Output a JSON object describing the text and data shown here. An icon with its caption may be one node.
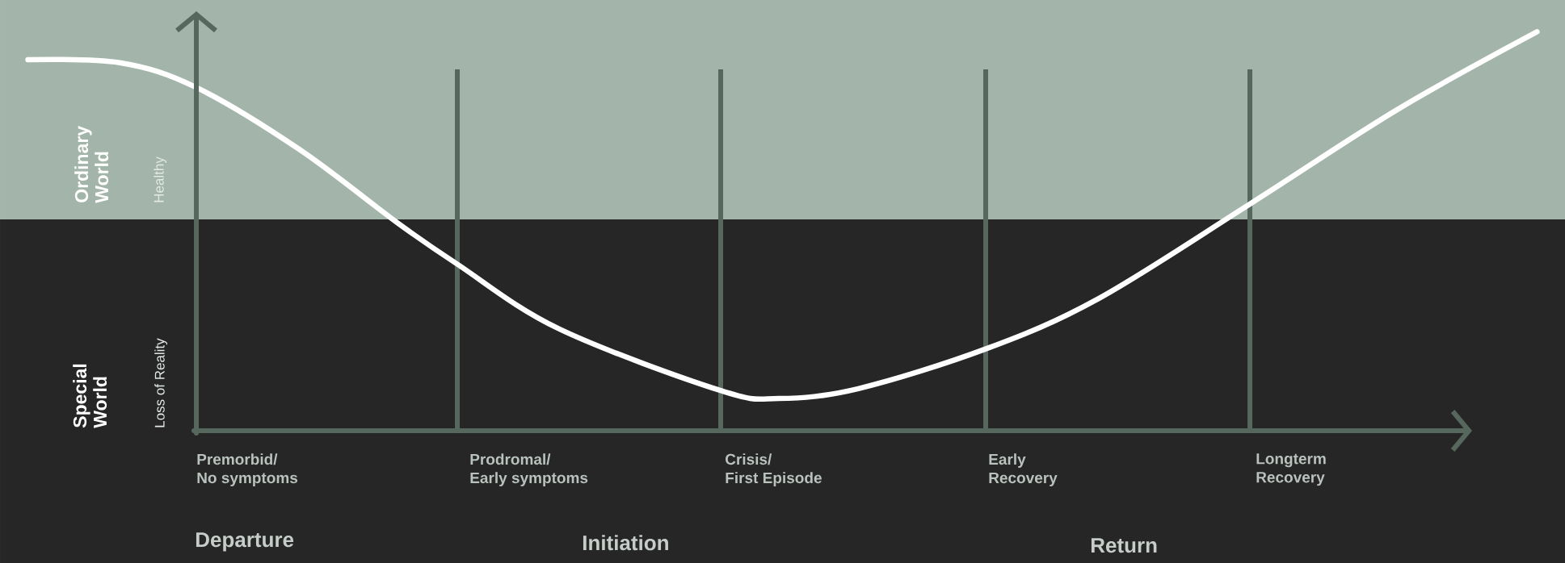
{
  "diagram": {
    "labels": [
      "Ordinary World",
      "Healthy",
      "Special World",
      "Loss of Reality",
      "Premorbid/ No symptoms",
      "Prodromal/ Early symptoms",
      "Crisis/ First Episode",
      "Early Recovery",
      "Longterm Recovery",
      "Departure",
      "Initiation",
      "Return"
    ]
  }
}
